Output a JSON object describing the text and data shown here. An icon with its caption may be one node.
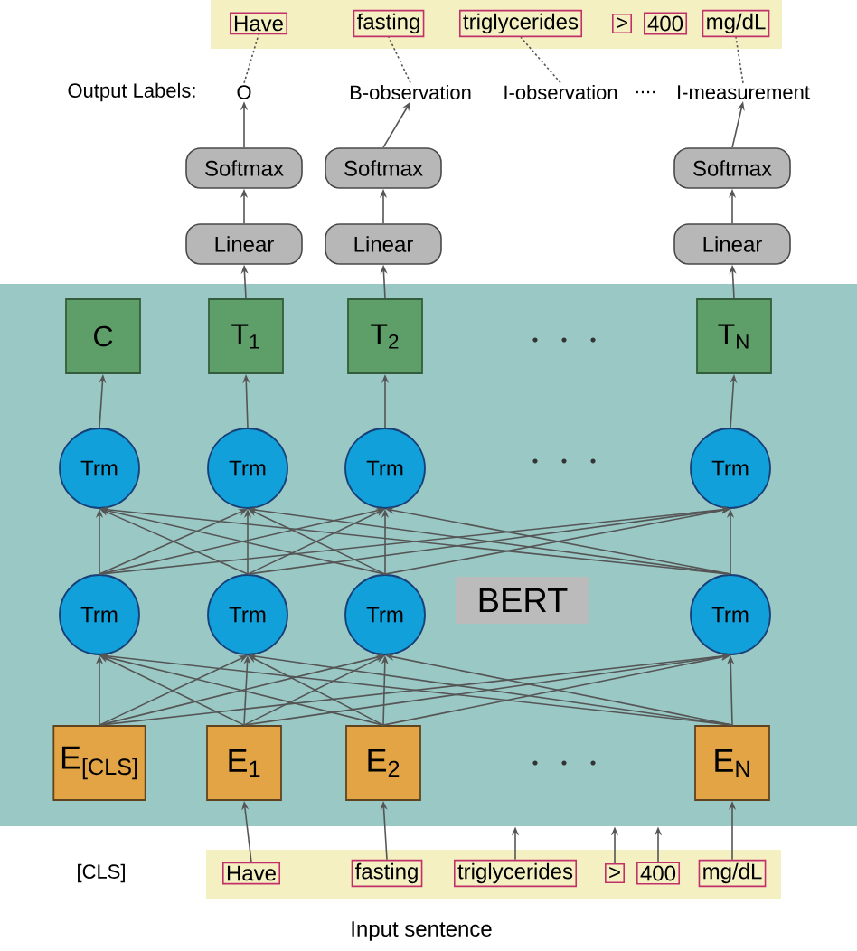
{
  "diagram": {
    "nodes": [
      {
        "text": [],
        "shape": "box"
      },
      {
        "text": [
          "Have"
        ],
        "in": 0
      },
      {
        "text": [
          "fasting"
        ],
        "in": 0
      },
      {
        "text": [
          "triglycerides"
        ],
        "in": 0
      },
      {
        "text": [
          ">"
        ],
        "in": 0
      },
      {
        "text": [
          "400"
        ],
        "in": 0
      },
      {
        "text": [
          "mg/dL"
        ],
        "in": 0
      },
      {
        "text": [
          "O"
        ]
      },
      {
        "text": [
          "B-observation"
        ]
      },
      {
        "text": [
          "I-observation"
        ]
      },
      {
        "text": [
          "I-measurement"
        ]
      },
      {
        "text": [
          "Softmax"
        ]
      },
      {
        "text": [
          "Softmax"
        ]
      },
      {
        "text": [
          "Softmax"
        ]
      },
      {
        "text": [
          "Linear"
        ]
      },
      {
        "text": [
          "Linear"
        ]
      },
      {
        "text": [
          "Linear"
        ]
      },
      {
        "text": [],
        "shape": "box"
      },
      {
        "text": [
          "C"
        ],
        "in": 17
      },
      {
        "text": [
          "T$_{1}$"
        ],
        "in": 17
      },
      {
        "text": [
          "T$_{2}$"
        ],
        "in": 17
      },
      {
        "text": [
          "T$_{N}$"
        ],
        "in": 17
      },
      {
        "text": [
          "Trm"
        ],
        "in": 17
      },
      {
        "text": [
          "Trm"
        ],
        "in": 17
      },
      {
        "text": [
          "Trm"
        ],
        "in": 17
      },
      {
        "text": [
          "Trm"
        ],
        "in": 17
      },
      {
        "text": [
          "Trm"
        ],
        "in": 17
      },
      {
        "text": [
          "Trm"
        ],
        "in": 17
      },
      {
        "text": [
          "Trm"
        ],
        "in": 17
      },
      {
        "text": [
          "Trm"
        ],
        "in": 17
      },
      {
        "text": [
          "BERT"
        ],
        "in": 17
      },
      {
        "text": [
          "E$_{[CLS]}$"
        ],
        "in": 17
      },
      {
        "text": [
          "E$_{1}$"
        ],
        "in": 17
      },
      {
        "text": [
          "E$_{2}$"
        ],
        "in": 17
      },
      {
        "text": [
          "E$_{N}$"
        ],
        "in": 17
      },
      {
        "text": [],
        "shape": "box"
      },
      {
        "text": [
          "Have"
        ],
        "in": 35
      },
      {
        "text": [
          "fasting"
        ],
        "in": 35
      },
      {
        "text": [
          "triglycerides"
        ],
        "in": 35
      },
      {
        "text": [
          ">"
        ],
        "in": 35
      },
      {
        "text": [
          "400"
        ],
        "in": 35
      },
      {
        "text": [
          "mg/dL"
        ],
        "in": 35
      }
    ],
    "edges": [
      {
        "from": 7,
        "to": 1,
        "arrow": "none",
        "style": "dashed"
      },
      {
        "from": 8,
        "to": 2,
        "arrow": "none",
        "style": "dashed"
      },
      {
        "from": 9,
        "to": 3,
        "arrow": "none",
        "style": "dashed"
      },
      {
        "from": 10,
        "to": 6,
        "arrow": "none",
        "style": "dashed"
      },
      {
        "from": 11,
        "to": 7,
        "arrow": "to"
      },
      {
        "from": 12,
        "to": 8,
        "arrow": "to"
      },
      {
        "from": 13,
        "to": 10,
        "arrow": "to"
      },
      {
        "from": 14,
        "to": 11,
        "arrow": "to"
      },
      {
        "from": 15,
        "to": 12,
        "arrow": "to"
      },
      {
        "from": 16,
        "to": 13,
        "arrow": "to"
      },
      {
        "from": 19,
        "to": 14,
        "arrow": "to"
      },
      {
        "from": 20,
        "to": 15,
        "arrow": "to"
      },
      {
        "from": 21,
        "to": 16,
        "arrow": "to"
      },
      {
        "from": 22,
        "to": 18,
        "arrow": "to"
      },
      {
        "from": 23,
        "to": 19,
        "arrow": "to"
      },
      {
        "from": 24,
        "to": 20,
        "arrow": "to"
      },
      {
        "from": 25,
        "to": 21,
        "arrow": "to"
      },
      {
        "from": 26,
        "to": 22,
        "arrow": "to"
      },
      {
        "from": 26,
        "to": 23,
        "arrow": "to"
      },
      {
        "from": 26,
        "to": 24,
        "arrow": "to"
      },
      {
        "from": 26,
        "to": 25,
        "arrow": "to"
      },
      {
        "from": 27,
        "to": 22,
        "arrow": "to"
      },
      {
        "from": 27,
        "to": 23,
        "arrow": "to"
      },
      {
        "from": 27,
        "to": 24,
        "arrow": "to"
      },
      {
        "from": 27,
        "to": 25,
        "arrow": "to"
      },
      {
        "from": 28,
        "to": 22,
        "arrow": "to"
      },
      {
        "from": 28,
        "to": 23,
        "arrow": "to"
      },
      {
        "from": 28,
        "to": 24,
        "arrow": "to"
      },
      {
        "from": 28,
        "to": 25,
        "arrow": "to"
      },
      {
        "from": 29,
        "to": 22,
        "arrow": "to"
      },
      {
        "from": 29,
        "to": 23,
        "arrow": "to"
      },
      {
        "from": 29,
        "to": 24,
        "arrow": "to"
      },
      {
        "from": 29,
        "to": 25,
        "arrow": "to"
      },
      {
        "from": 31,
        "to": 26,
        "arrow": "to"
      },
      {
        "from": 31,
        "to": 27,
        "arrow": "to"
      },
      {
        "from": 31,
        "to": 28,
        "arrow": "to"
      },
      {
        "from": 31,
        "to": 29,
        "arrow": "to"
      },
      {
        "from": 32,
        "to": 26,
        "arrow": "to"
      },
      {
        "from": 32,
        "to": 27,
        "arrow": "to"
      },
      {
        "from": 32,
        "to": 28,
        "arrow": "to"
      },
      {
        "from": 32,
        "to": 29,
        "arrow": "to"
      },
      {
        "from": 33,
        "to": 26,
        "arrow": "to"
      },
      {
        "from": 33,
        "to": 27,
        "arrow": "to"
      },
      {
        "from": 33,
        "to": 28,
        "arrow": "to"
      },
      {
        "from": 33,
        "to": 29,
        "arrow": "to"
      },
      {
        "from": 34,
        "to": 26,
        "arrow": "to"
      },
      {
        "from": 34,
        "to": 27,
        "arrow": "to"
      },
      {
        "from": 34,
        "to": 28,
        "arrow": "to"
      },
      {
        "from": 34,
        "to": 29,
        "arrow": "to"
      },
      {
        "from": 36,
        "to": 32,
        "arrow": "to"
      },
      {
        "from": 37,
        "to": 33,
        "arrow": "to"
      },
      {
        "from": 38,
        "to": 17,
        "arrow": "to"
      },
      {
        "from": 39,
        "to": 17,
        "arrow": "to"
      },
      {
        "from": 40,
        "to": 17,
        "arrow": "to"
      },
      {
        "from": 41,
        "to": 34,
        "arrow": "to"
      }
    ],
    "labels": [
      "Output Labels:",
      "....",
      "[CLS]",
      "Input sentence"
    ]
  }
}
